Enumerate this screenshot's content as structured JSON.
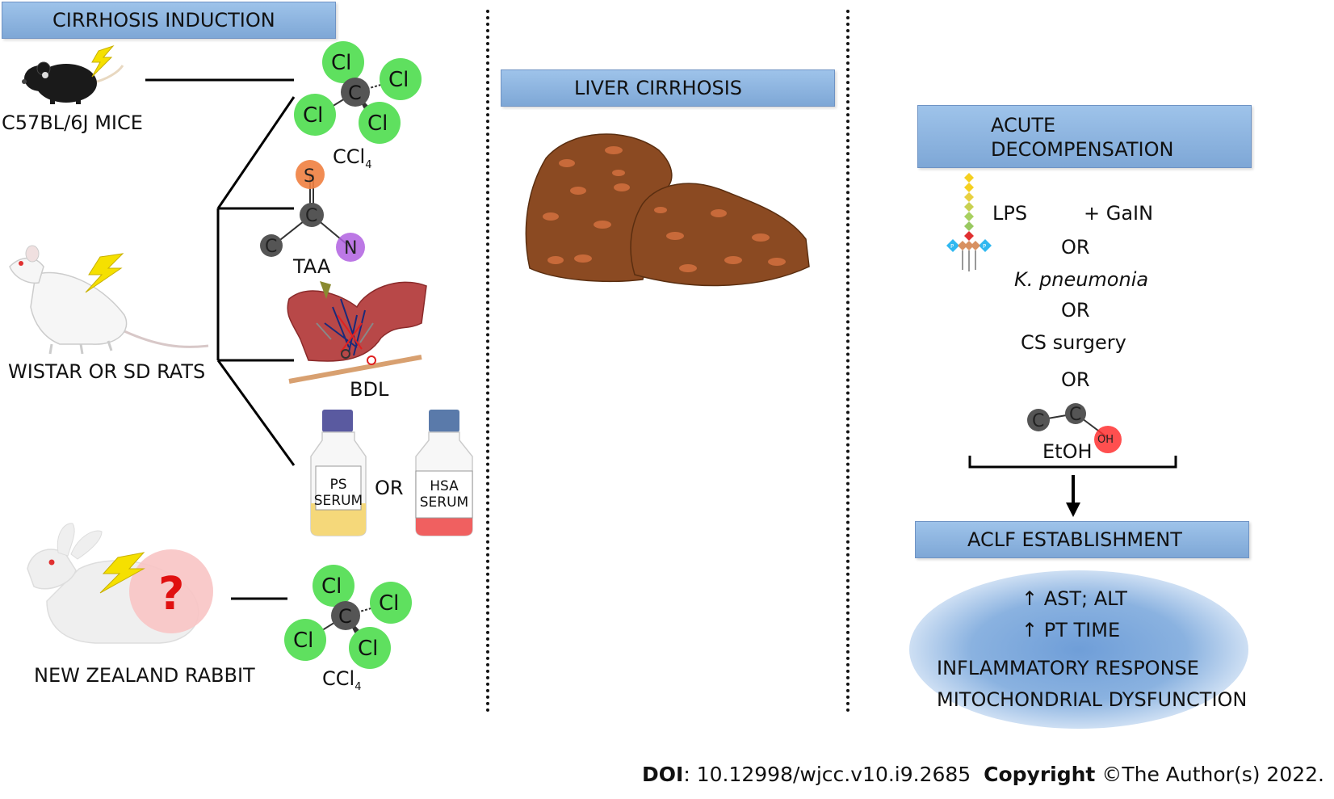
{
  "left_section": {
    "header": "CIRRHOSIS INDUCTION",
    "mice_label": "C57BL/6J MICE",
    "rats_label": "WISTAR OR SD RATS",
    "rabbit_label": "NEW ZEALAND RABBIT",
    "ccl4_label_top": "CCl",
    "ccl4_sub_top": "4",
    "ccl4_label_bottom": "CCl",
    "ccl4_sub_bottom": "4",
    "taa_label": "TAA",
    "bdl_label": "BDL",
    "ps_serum_line1": "PS",
    "ps_serum_line2": "SERUM",
    "hsa_serum_line1": "HSA",
    "hsa_serum_line2": "SERUM",
    "serum_or": "OR",
    "atoms": {
      "cl": "Cl",
      "c": "C",
      "s": "S",
      "n": "N",
      "oh": "OH",
      "p": "P"
    },
    "question_mark": "?"
  },
  "middle_section": {
    "header": "LIVER CIRRHOSIS"
  },
  "right_section": {
    "header_line1": "ACUTE",
    "header_line2": "DECOMPENSATION",
    "lps_label": "LPS",
    "galn_label": "+ GaIN",
    "or_1": "OR",
    "k_pneumonia": "K. pneumonia",
    "or_2": "OR",
    "cs_surgery": "CS surgery",
    "or_3": "OR",
    "etoh_label": "EtOH",
    "aclf_header": "ACLF ESTABLISHMENT",
    "outcomes": {
      "line1": "↑ AST; ALT",
      "line2": "↑ PT TIME",
      "line3": "INFLAMMATORY RESPONSE",
      "line4": "MITOCHONDRIAL DYSFUNCTION"
    }
  },
  "footer": {
    "doi_label": "DOI",
    "doi_value": ": 10.12998/wjcc.v10.i9.2685",
    "copyright_label": "Copyright",
    "copyright_value": " ©The Author(s) 2022."
  },
  "colors": {
    "box_fill": "#8fb5e0",
    "cl_green": "#5fe05f",
    "carbon_gray": "#555555",
    "sulfur_orange": "#f08040",
    "nitrogen_purple": "#b060e0",
    "oh_red": "#ff3030",
    "liver_brown": "#8b4a22",
    "liver_spot": "#c86a3a"
  }
}
